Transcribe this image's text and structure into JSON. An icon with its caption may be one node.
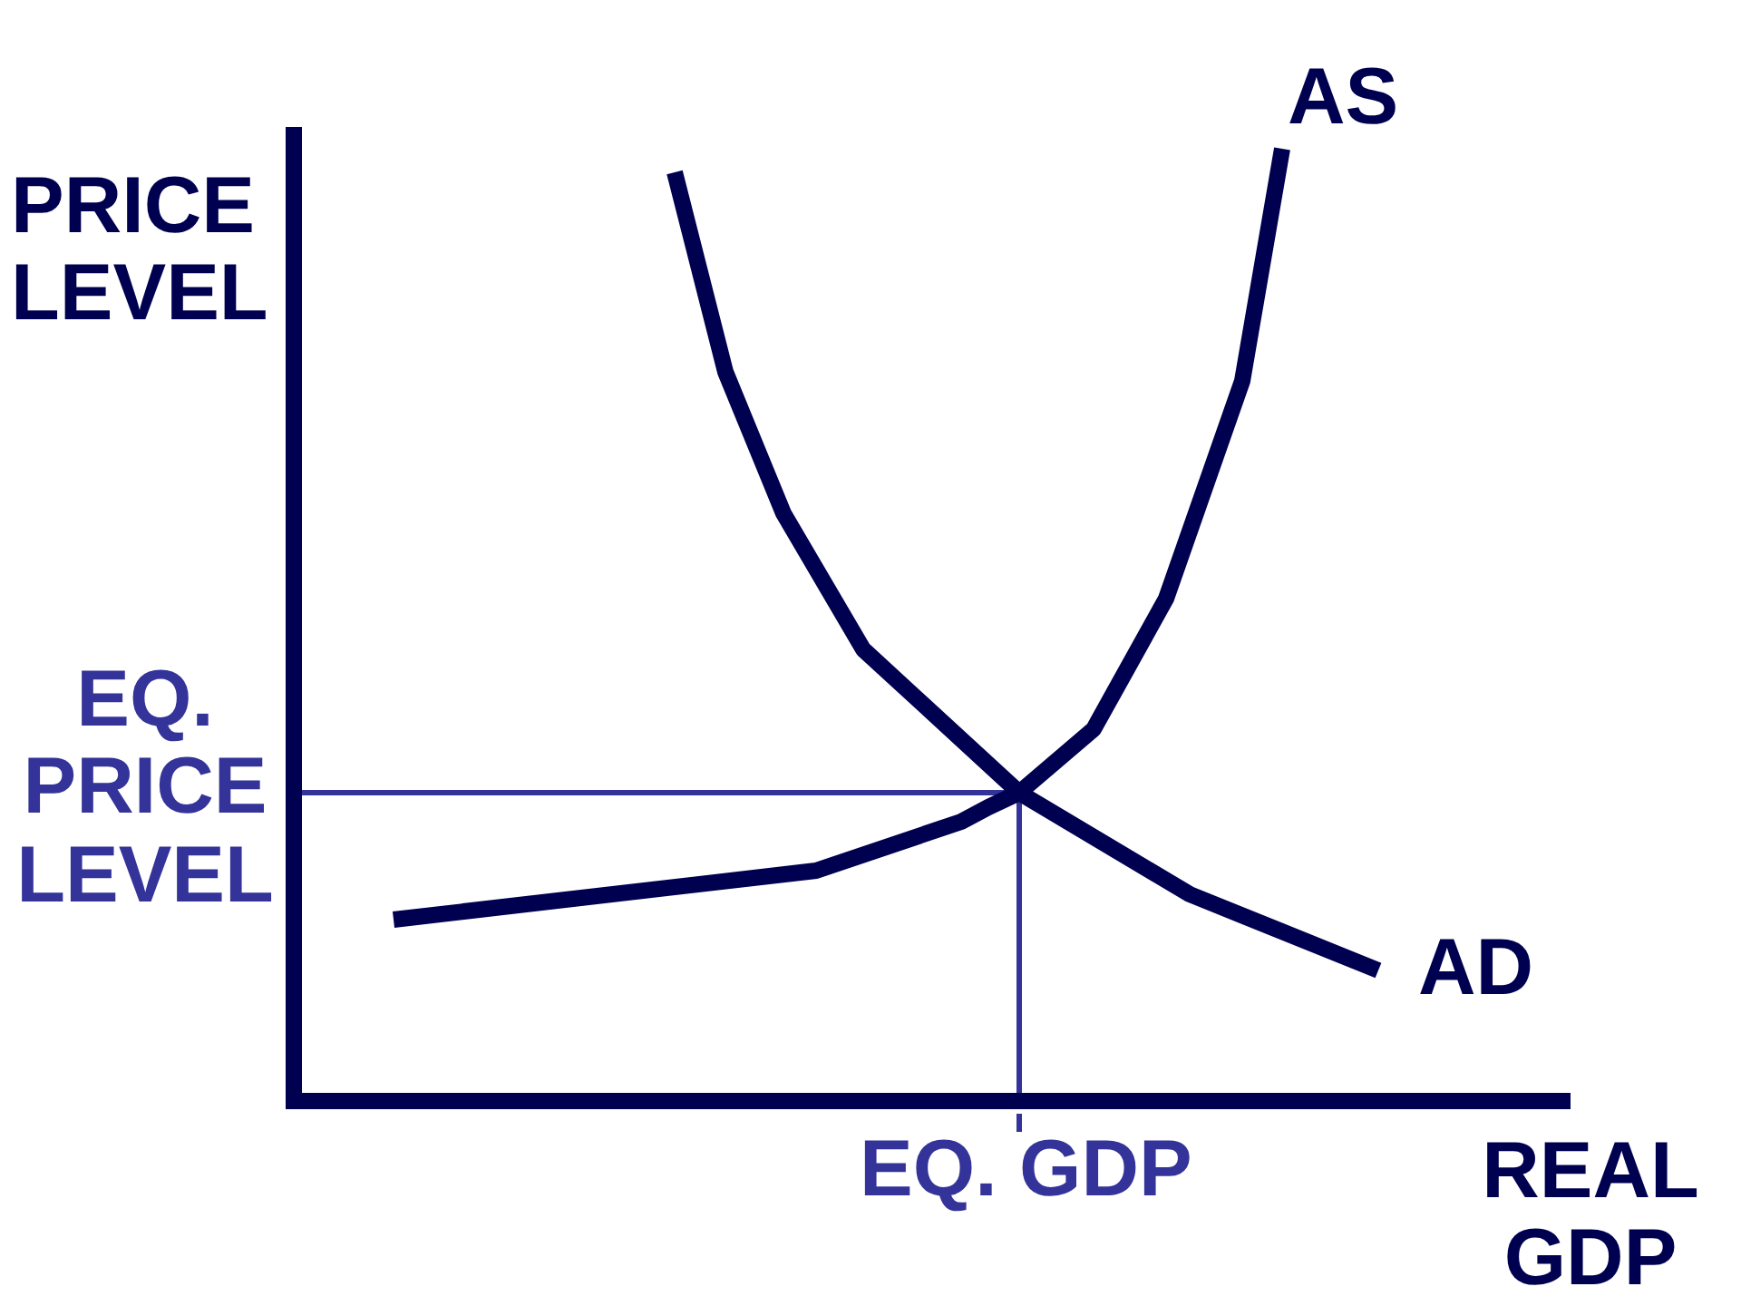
{
  "diagram": {
    "labels": [
      "AS",
      "PRICE LEVEL",
      "EQ. PRICE LEVEL",
      "AD",
      "EQ. GDP",
      "REAL GDP"
    ]
  }
}
